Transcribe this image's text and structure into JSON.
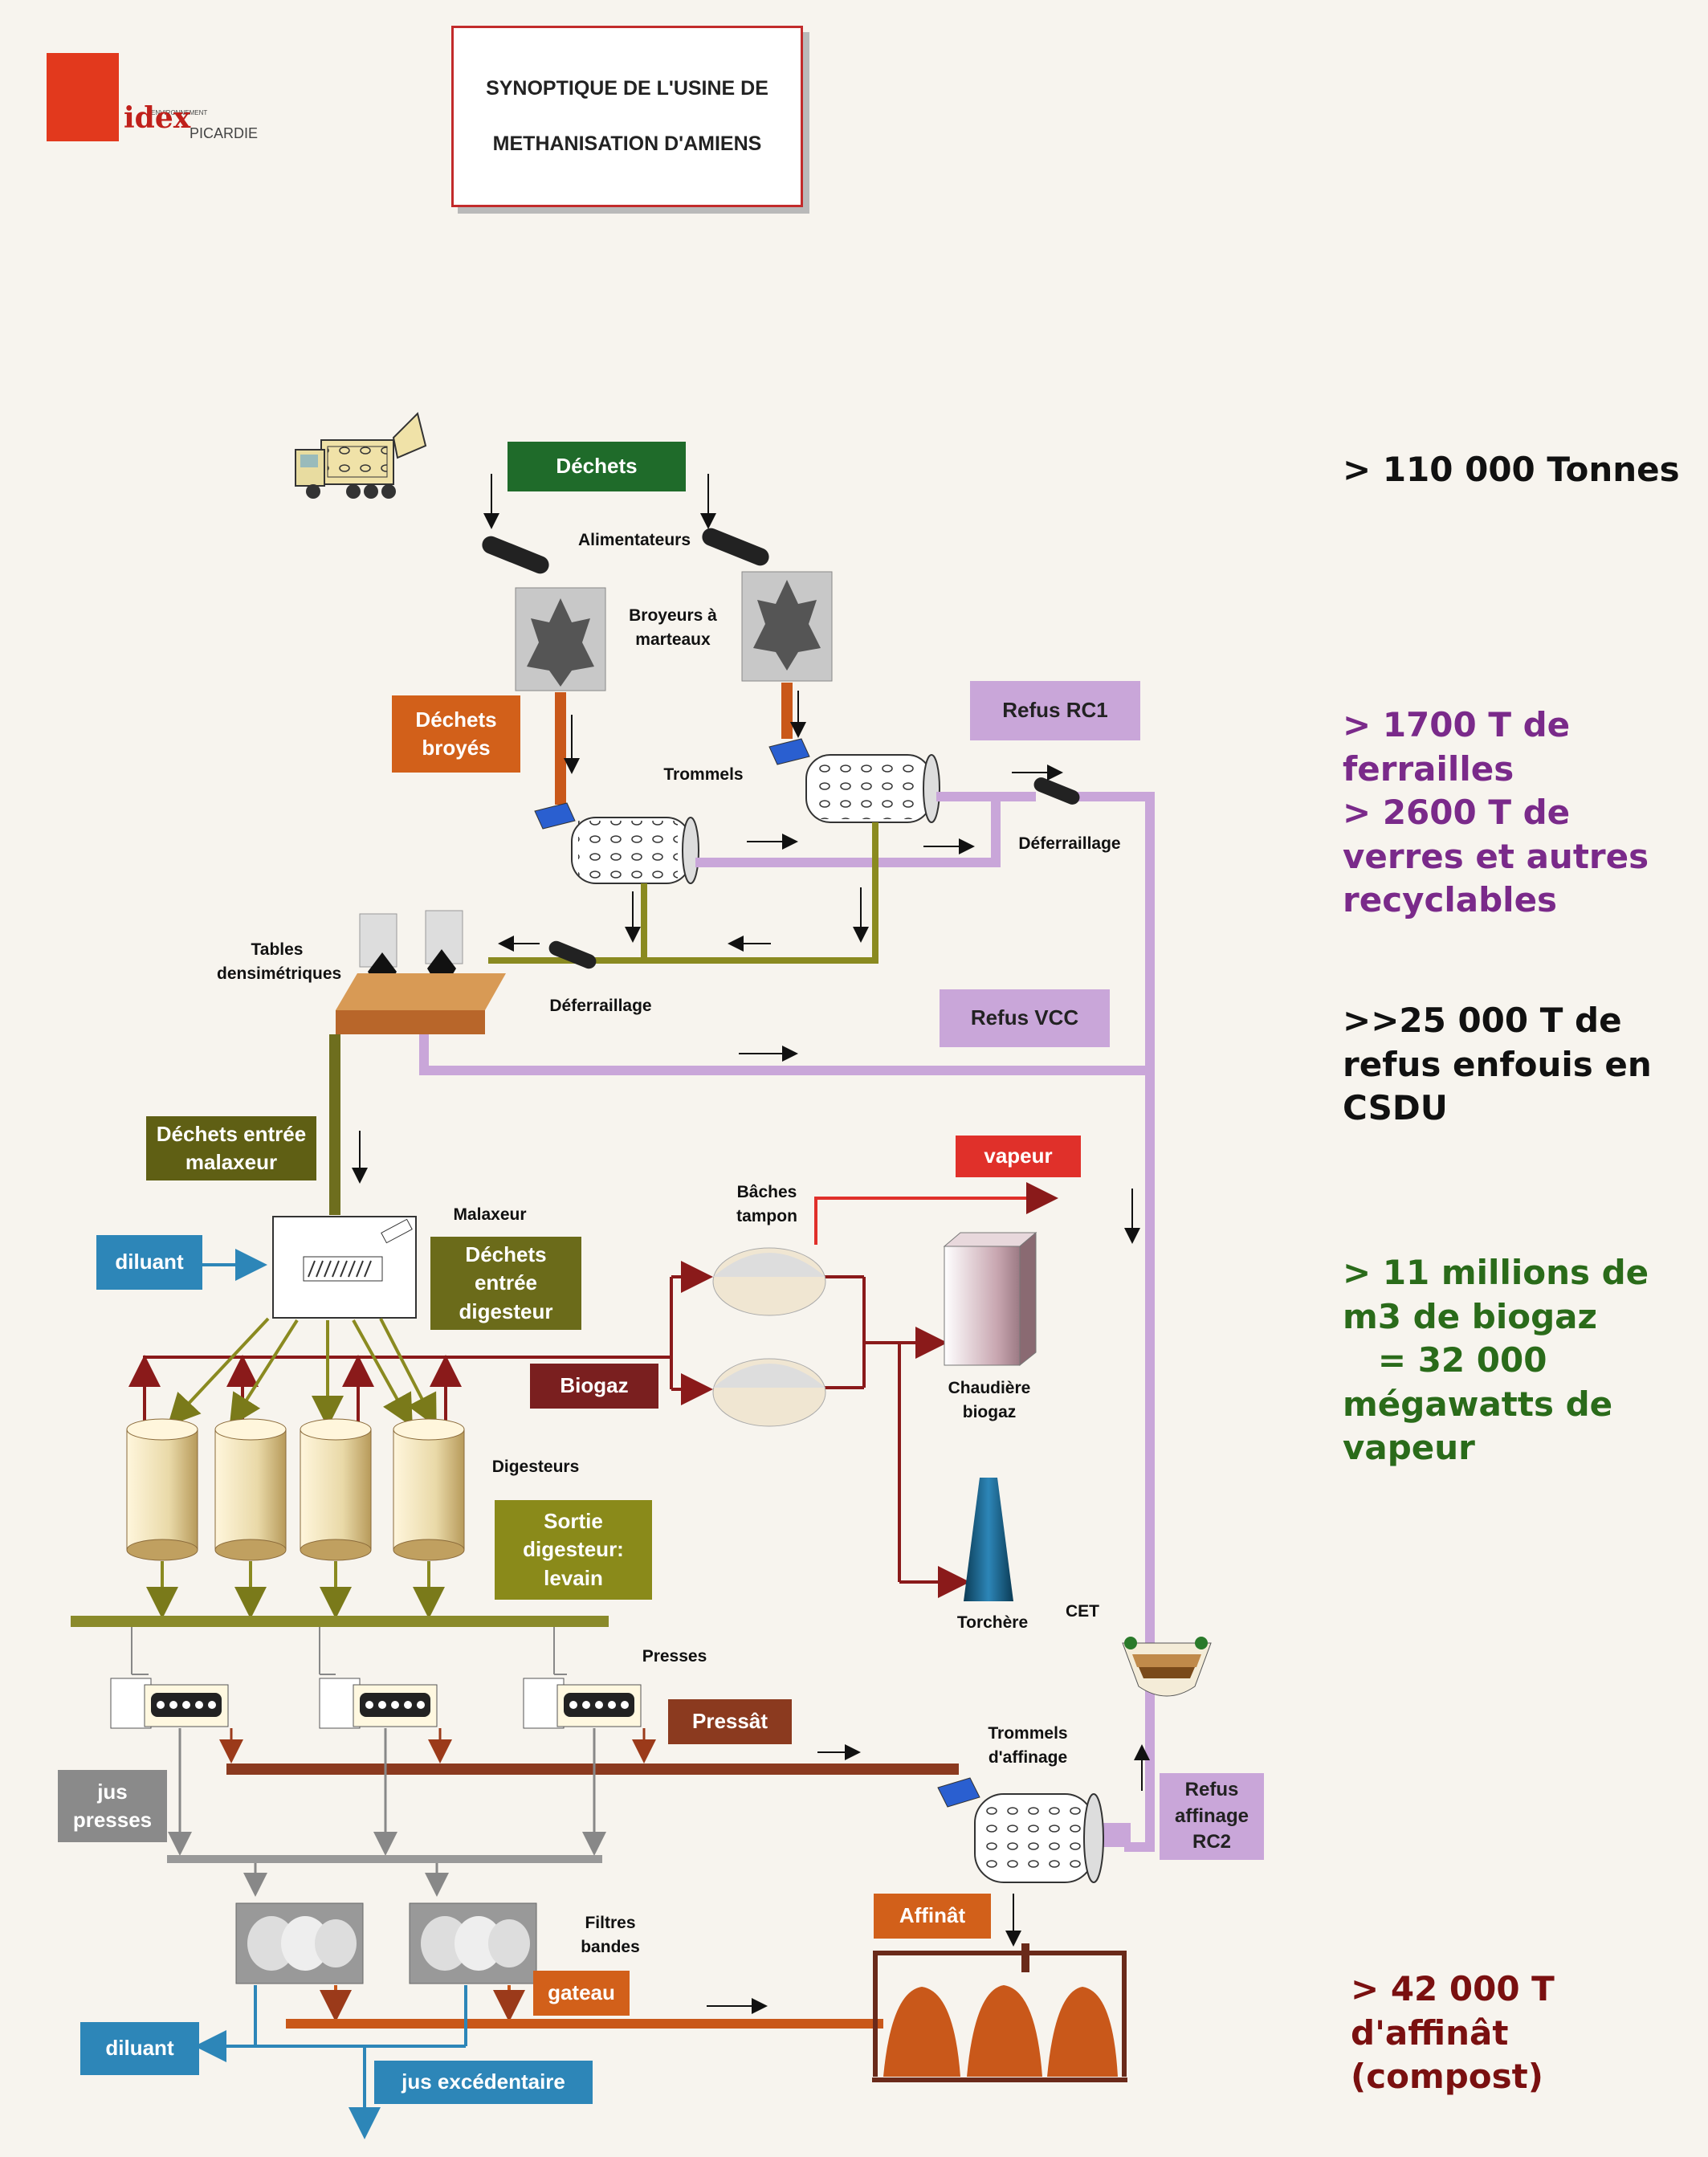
{
  "title": {
    "line1": "SYNOPTIQUE DE L'USINE DE",
    "line2": "METHANISATION D'AMIENS"
  },
  "logo": {
    "brand": "idex",
    "env": "ENVIRONNEMENT",
    "region": "PICARDIE"
  },
  "labels": {
    "alimentateurs": "Alimentateurs",
    "broyeurs": "Broyeurs à marteaux",
    "trommels": "Trommels",
    "deferraillage1": "Déferraillage",
    "deferraillage2": "Déferraillage",
    "tables": "Tables densimétriques",
    "malaxeur": "Malaxeur",
    "baches": "Bâches tampon",
    "chaudiere": "Chaudière biogaz",
    "digesteurs": "Digesteurs",
    "torchere": "Torchère",
    "cet": "CET",
    "presses": "Presses",
    "trommels_affinage": "Trommels d'affinage",
    "filtres": "Filtres bandes"
  },
  "boxes": {
    "dechets": "Déchets",
    "dechets_broyes": "Déchets broyés",
    "refus_rc1": "Refus RC1",
    "refus_vcc": "Refus VCC",
    "dechets_entree_malaxeur": "Déchets entrée malaxeur",
    "diluant_top": "diluant",
    "dechets_entree_digesteur": "Déchets entrée digesteur",
    "vapeur": "vapeur",
    "biogaz": "Biogaz",
    "sortie_digesteur": "Sortie digesteur: levain",
    "pressat": "Pressât",
    "jus_presses": "jus presses",
    "refus_affinage": "Refus affinage RC2",
    "affinat": "Affinât",
    "gateau": "gateau",
    "diluant_bottom": "diluant",
    "jus_excedentaire": "jus excédentaire"
  },
  "stats": {
    "s1": "> 110 000 Tonnes",
    "s2": "> 1700 T de ferrailles\n> 2600 T de verres et autres recyclables",
    "s3": ">>25 000 T de refus enfouis en CSDU",
    "s4": "> 11 millions de m3 de biogaz\n   = 32 000 mégawatts de vapeur",
    "s5": "> 42 000 T d'affinât (compost)"
  },
  "colors": {
    "green_dark": "#1f6b2a",
    "orange": "#d2601a",
    "lilac": "#c9a6d9",
    "olive": "#6b6b1a",
    "blue": "#2d86b8",
    "red": "#e0302a",
    "maroon": "#7a1f1f",
    "brown": "#8b3a1f",
    "grey": "#8a8a8a",
    "purple_text": "#7a2a8a",
    "green_text": "#2a6b1a",
    "maroon_text": "#7a1010"
  }
}
